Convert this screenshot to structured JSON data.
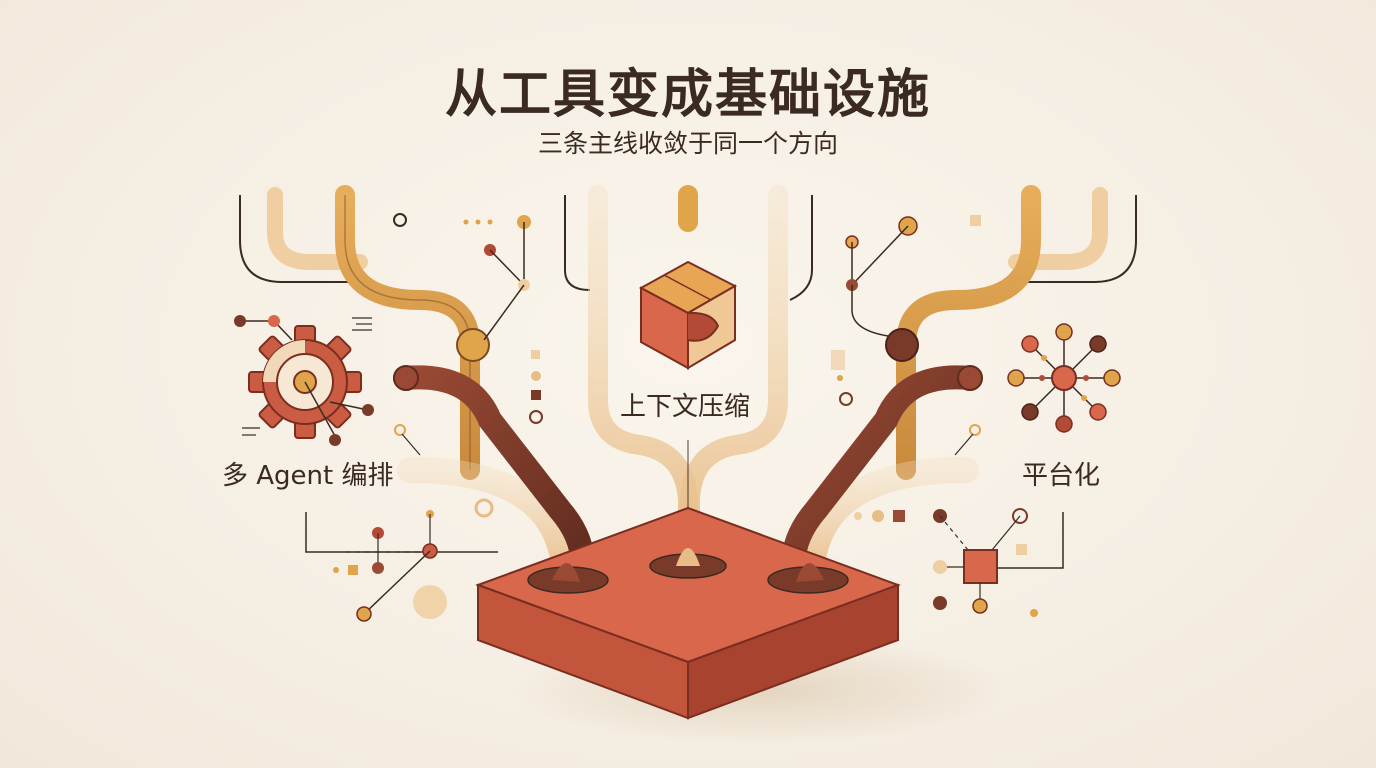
{
  "header": {
    "title": "从工具变成基础设施",
    "subtitle": "三条主线收敛于同一个方向"
  },
  "branches": [
    {
      "label": "多 Agent 编排",
      "icon": "gear-icon"
    },
    {
      "label": "上下文压缩",
      "icon": "compress-cube-icon"
    },
    {
      "label": "平台化",
      "icon": "network-hub-icon"
    }
  ],
  "base": {
    "icon": "foundation-block-icon"
  },
  "colors": {
    "background": "#f6f0e6",
    "text": "#3a2a22",
    "terracotta": "#cf5f45",
    "terracotta_dark": "#9e3d2b",
    "amber": "#e0a44a",
    "brown": "#7a3a2a",
    "sand": "#ecc594"
  }
}
